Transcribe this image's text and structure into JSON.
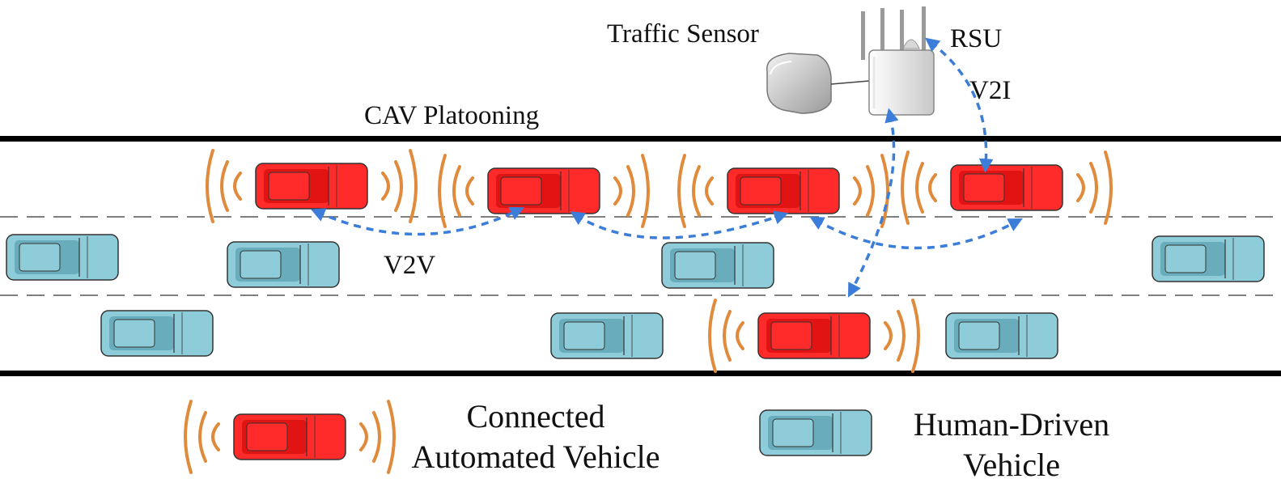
{
  "labels": {
    "traffic_sensor": "Traffic Sensor",
    "rsu": "RSU",
    "v2i": "V2I",
    "cav_platooning": "CAV Platooning",
    "v2v": "V2V"
  },
  "legend": {
    "cav_line1": "Connected",
    "cav_line2": "Automated Vehicle",
    "hdv_line1": "Human-Driven",
    "hdv_line2": "Vehicle"
  },
  "colors": {
    "cav_body": "#ff2b2b",
    "cav_dark": "#c80000",
    "hdv_body": "#8dccd8",
    "hdv_dark": "#4d93a6",
    "signal_wave": "#e08a3c",
    "comm_arrow": "#3b7dd8",
    "road_edge": "#000000",
    "lane_divider": "#555555"
  },
  "icons": {
    "sensor": "traffic-sensor-icon",
    "rsu": "rsu-antenna-icon",
    "cav": "connected-car-icon",
    "hdv": "human-driven-car-icon",
    "signal": "signal-wave-icon"
  }
}
